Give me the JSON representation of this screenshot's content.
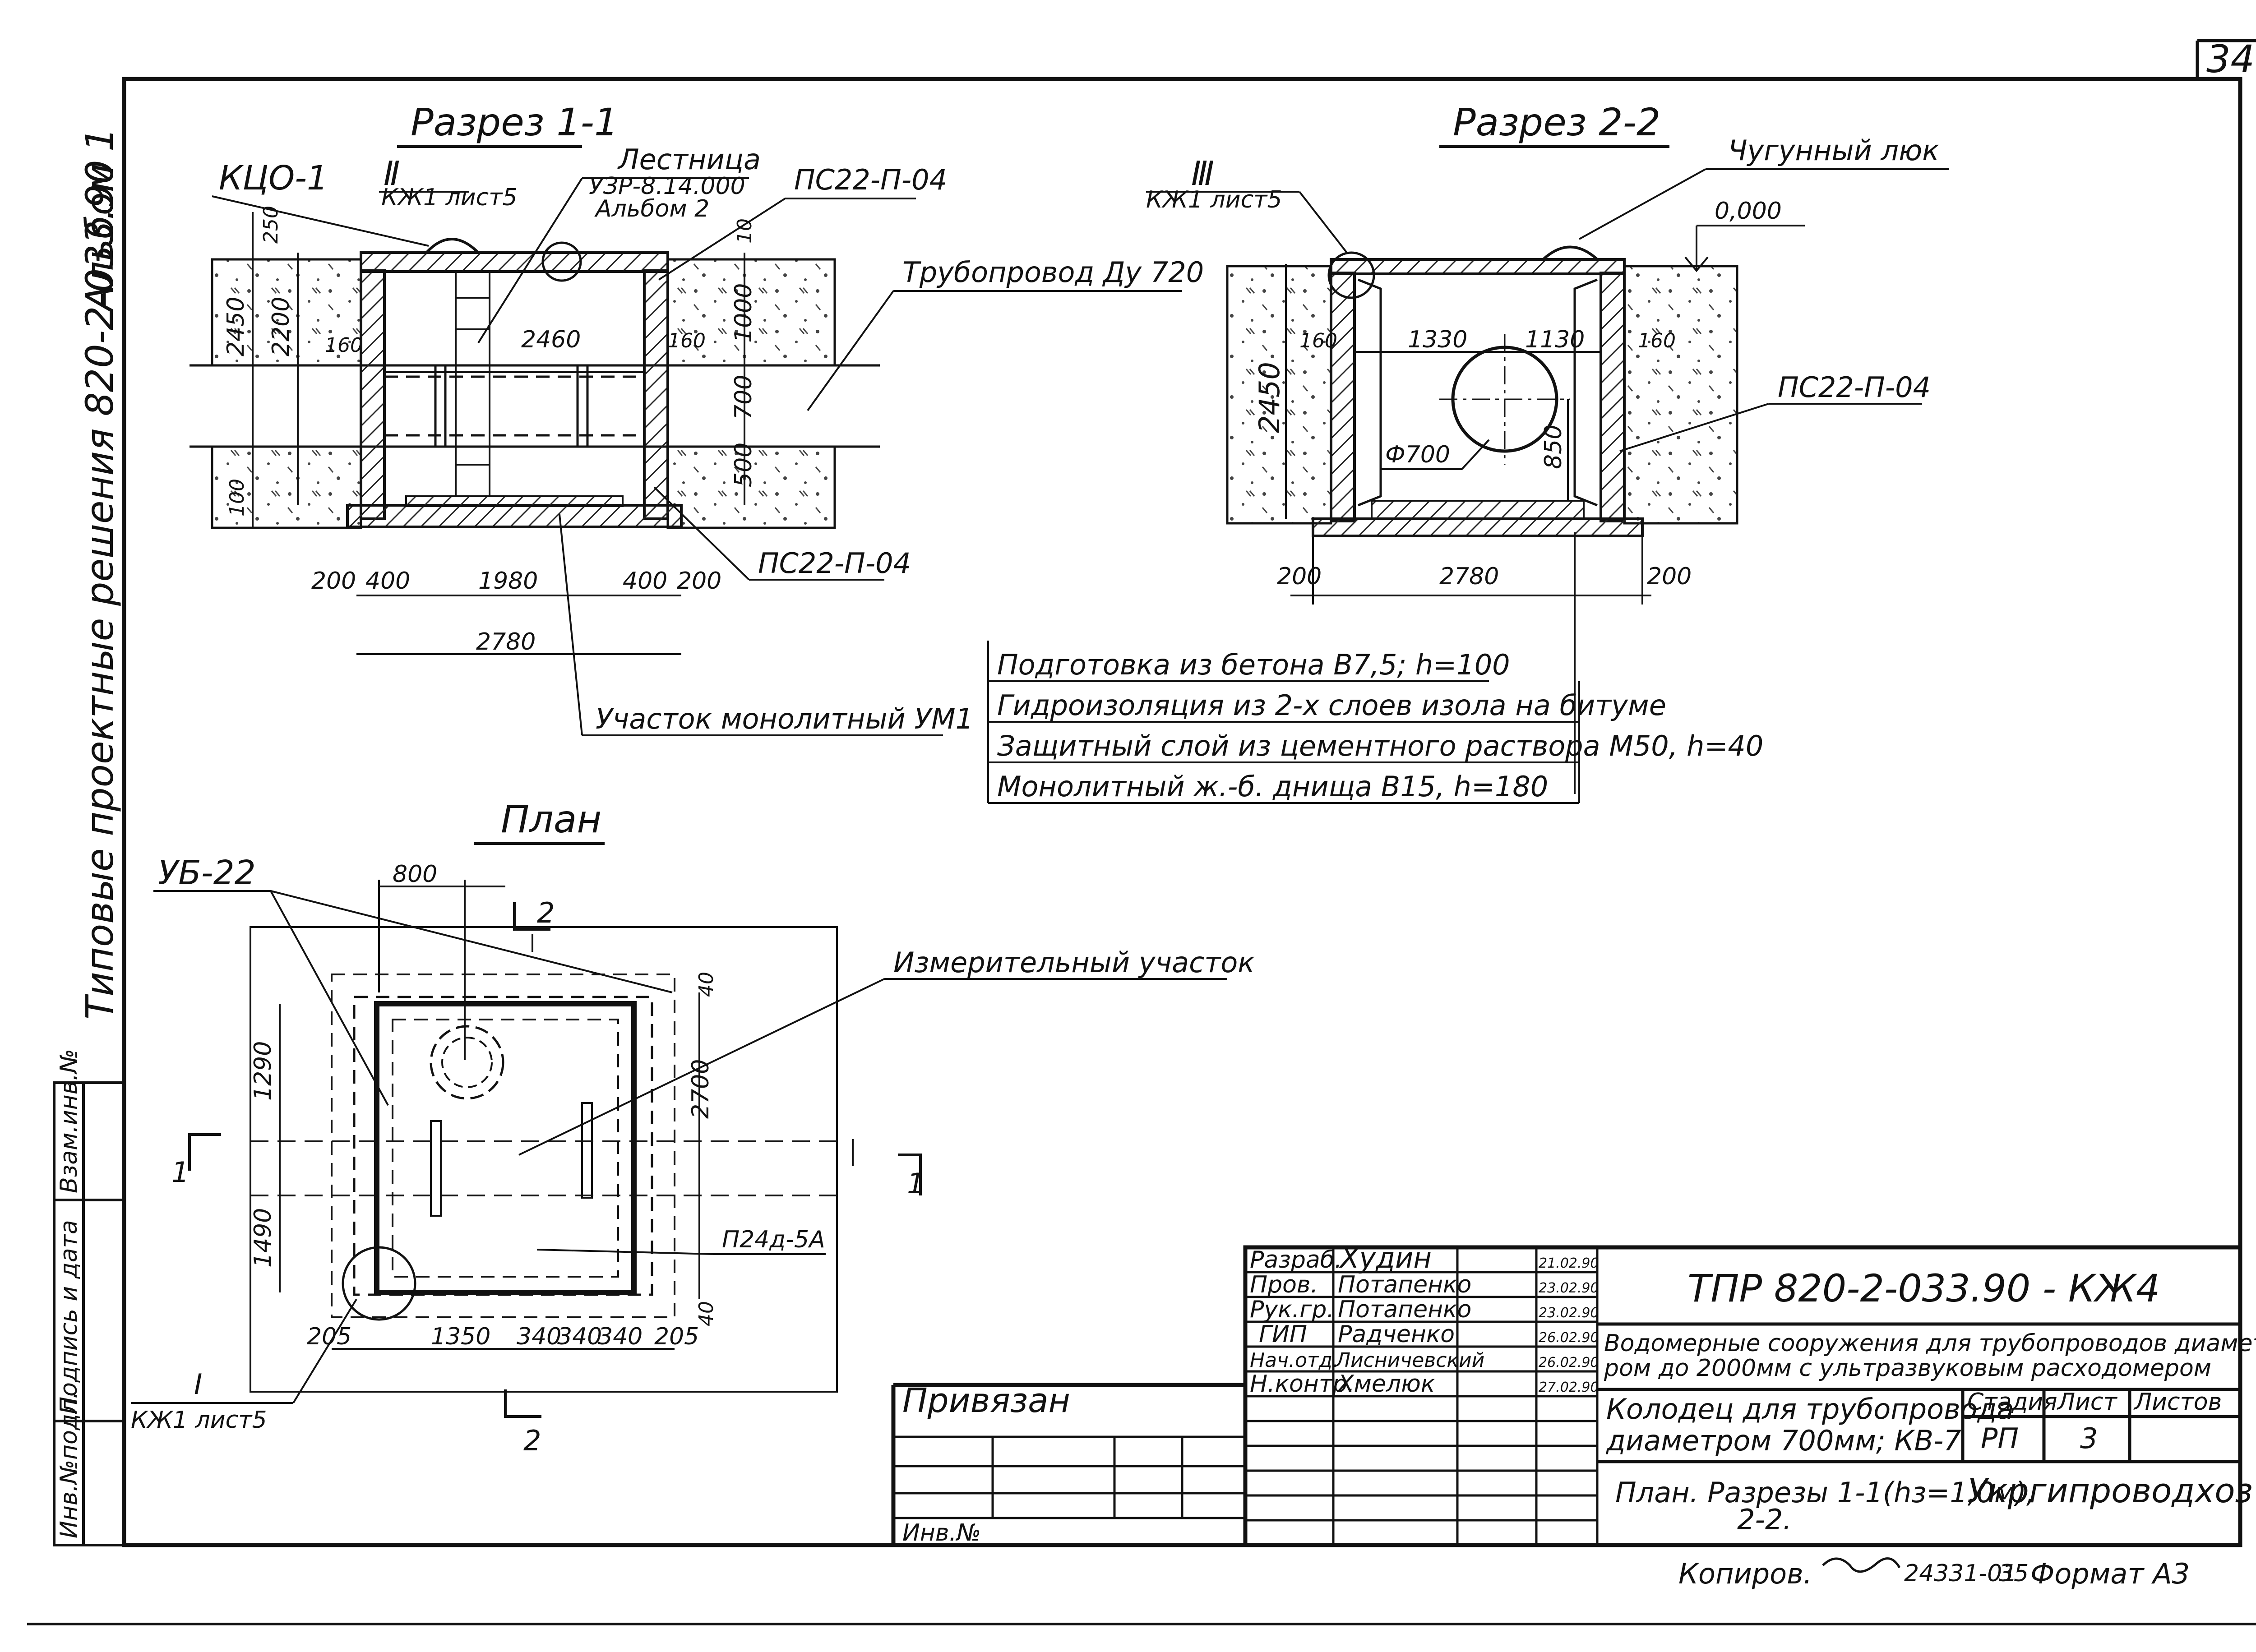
{
  "sheet_number": "34",
  "side_label": {
    "series": "Типовые проектные решения 820-2-033.90",
    "album": "Альбом 1"
  },
  "section_1_1": {
    "title": "Разрез 1-1",
    "ref_numeral": "Ⅱ",
    "ref_sheet": "КЖ1 лист5",
    "label_kco": "КЦО-1",
    "ladder": {
      "name": "Лестница",
      "code": "УЗР-8.14.000",
      "album": "Альбом 2"
    },
    "label_ps_top": "ПС22-П-04",
    "label_ps_bottom": "ПС22-П-04",
    "pipeline": "Трубопровод Ду 720",
    "monolithic": "Участок монолитный УМ1",
    "dims": {
      "d250": "250",
      "d2450": "2450",
      "d2200": "2200",
      "d160l": "160",
      "d2460": "2460",
      "d160r": "160",
      "d10": "10",
      "d1000": "1000",
      "d700": "700",
      "d500": "500",
      "d100": "100",
      "d200a": "200",
      "d400a": "400",
      "d1980": "1980",
      "d400b": "400",
      "d200b": "200",
      "d2780": "2780"
    }
  },
  "section_2_2": {
    "title": "Разрез 2-2",
    "ref_numeral": "Ⅲ",
    "ref_sheet": "КЖ1 лист5",
    "hatch": "Чугунный люк",
    "level": "0,000",
    "label_ps": "ПС22-П-04",
    "pipe_diameter": "Ф700",
    "dims": {
      "d160l": "160",
      "d1330": "1330",
      "d1130": "1130",
      "d160r": "160",
      "d2450": "2450",
      "d850": "850",
      "d200a": "200",
      "d2780": "2780",
      "d200b": "200"
    }
  },
  "layers": [
    "Подготовка из бетона В7,5; h=100",
    "Гидроизоляция из 2-х слоев изола на битуме",
    "Защитный слой из цементного раствора М50, h=40",
    "Монолитный ж.-б. днища В15, h=180"
  ],
  "plan": {
    "title": "План",
    "label_ub": "УБ-22",
    "measuring": "Измерительный участок",
    "label_p24": "П24д-5А",
    "cut_1": "1",
    "cut_2": "2",
    "ref_numeral": "Ⅰ",
    "ref_sheet": "КЖ1 лист5",
    "dims": {
      "d800": "800",
      "d40a": "40",
      "d1290": "1290",
      "d2700": "2700",
      "d1490": "1490",
      "d40b": "40",
      "d205a": "205",
      "d1350": "1350",
      "d340a": "340",
      "d340b": "340",
      "d340c": "340",
      "d205b": "205"
    }
  },
  "left_stamp": [
    "Инв.№подл.",
    "Подпись и дата",
    "Взам.инв.№"
  ],
  "title_block": {
    "signers": [
      {
        "role": "Разраб.",
        "name": "Худин",
        "date": "21.02.90"
      },
      {
        "role": "Пров.",
        "name": "Потапенко",
        "date": "23.02.90"
      },
      {
        "role": "Рук.гр.",
        "name": "Потапенко",
        "date": "23.02.90"
      },
      {
        "role": "ГИП",
        "name": "Радченко",
        "date": "26.02.90"
      },
      {
        "role": "Нач.отд.",
        "name": "Лисничевский",
        "date": "26.02.90"
      },
      {
        "role": "Н.контр.",
        "name": "Хмелюк",
        "date": "27.02.90"
      }
    ],
    "doc_code": "ТПР 820-2-033.90 - КЖ4",
    "project_line1": "Водомерные сооружения для трубопроводов диамет-",
    "project_line2": "ром до 2000мм с ультразвуковым расходомером",
    "object_line1": "Колодец для трубопровода",
    "object_line2": "диаметром 700мм; КВ-7",
    "stage_header": "Стадия",
    "sheet_header": "Лист",
    "sheets_header": "Листов",
    "stage": "РП",
    "sheet": "3",
    "drawing_line1": "План. Разрезы 1-1(hз=1,0м),",
    "drawing_line2": "2-2.",
    "organization": "Укргипроводхоз",
    "attached": "Привязан",
    "inv_no": "Инв.№"
  },
  "footer": {
    "copied": "Копиров.",
    "order": "24331-01",
    "copy_no": "35",
    "format": "Формат А3"
  }
}
